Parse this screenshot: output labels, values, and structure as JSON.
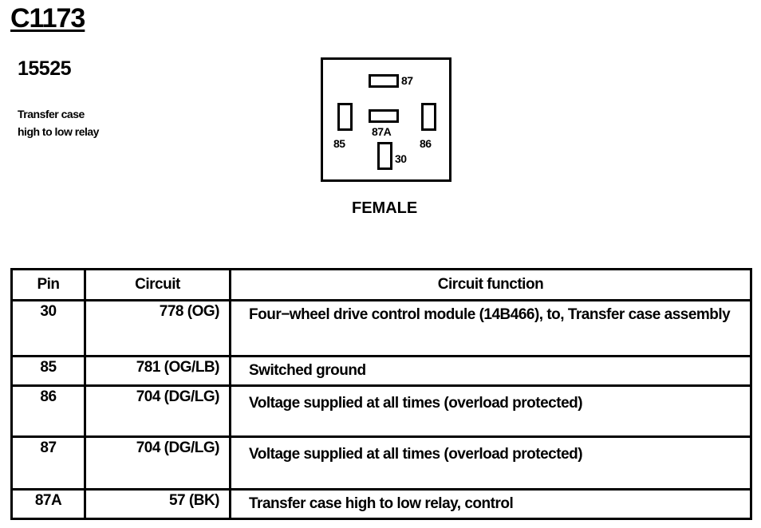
{
  "connector": {
    "id": "C1173",
    "part_number": "15525",
    "description_line1": "Transfer case",
    "description_line2": "high to low relay",
    "gender": "FEMALE",
    "terminal_labels": {
      "t87": "87",
      "t87a": "87A",
      "t85": "85",
      "t86": "86",
      "t30": "30"
    }
  },
  "table": {
    "headers": {
      "pin": "Pin",
      "circuit": "Circuit",
      "function": "Circuit function"
    },
    "rows": [
      {
        "pin": "30",
        "circuit": "778 (OG)",
        "function": "Four−wheel drive control module (14B466), to, Transfer case assembly"
      },
      {
        "pin": "85",
        "circuit": "781 (OG/LB)",
        "function": "Switched ground"
      },
      {
        "pin": "86",
        "circuit": "704 (DG/LG)",
        "function": "Voltage supplied at all times (overload protected)"
      },
      {
        "pin": "87",
        "circuit": "704 (DG/LG)",
        "function": "Voltage supplied at all times (overload protected)"
      },
      {
        "pin": "87A",
        "circuit": "57 (BK)",
        "function": "Transfer case high to low relay, control"
      }
    ]
  }
}
